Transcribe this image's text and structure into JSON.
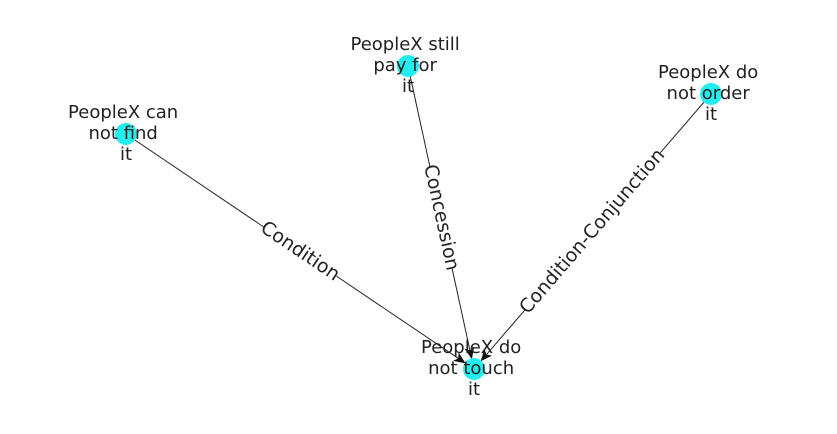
{
  "colors": {
    "node": "#22eef0",
    "edge": "#222222",
    "text": "#222222",
    "background": "#ffffff"
  },
  "nodes": [
    {
      "id": "still_pay",
      "label_lines": [
        "PeopleX still",
        "pay for",
        "it"
      ]
    },
    {
      "id": "not_order",
      "label_lines": [
        "PeopleX do",
        "not order",
        "it"
      ]
    },
    {
      "id": "cannot_find",
      "label_lines": [
        "PeopleX can",
        "not find",
        "it"
      ]
    },
    {
      "id": "not_touch",
      "label_lines": [
        "PeopleX do",
        "not touch",
        "it"
      ]
    }
  ],
  "edges": [
    {
      "from": "cannot_find",
      "to": "not_touch",
      "label": "Condition"
    },
    {
      "from": "still_pay",
      "to": "not_touch",
      "label": "Concession"
    },
    {
      "from": "not_order",
      "to": "not_touch",
      "label": "Condition-Conjunction"
    }
  ]
}
